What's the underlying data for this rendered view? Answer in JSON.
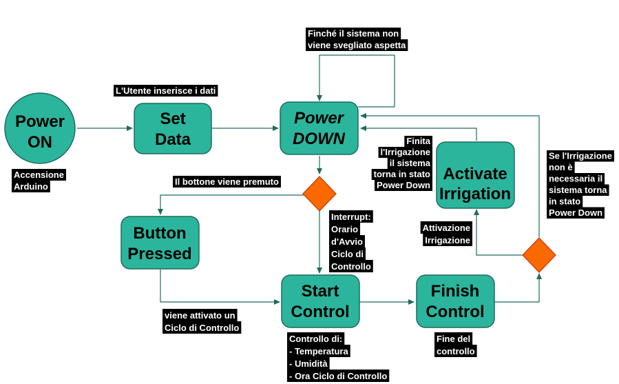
{
  "nodes": {
    "power_on": [
      "Power",
      "ON"
    ],
    "set_data": [
      "Set",
      "Data"
    ],
    "power_down": [
      "Power",
      "DOWN"
    ],
    "button_pressed": [
      "Button",
      "Pressed"
    ],
    "start_control": [
      "Start",
      "Control"
    ],
    "finish_control": [
      "Finish",
      "Control"
    ],
    "activate_irrigation": [
      "Activate",
      "Irrigation"
    ]
  },
  "labels": {
    "accensione": [
      "Accensione",
      "Arduino"
    ],
    "utente": [
      "L'Utente inserisce i dati"
    ],
    "finche": [
      "Finché il sistema non",
      "viene svegliato aspetta"
    ],
    "bottone": [
      "Il bottone viene premuto"
    ],
    "interrupt": [
      "Interrupt:",
      "Orario",
      "d'Avvio",
      "Ciclo di",
      "Controllo"
    ],
    "finita": [
      "Finita",
      "l'Irrigazione",
      "il sistema",
      "torna in stato",
      "Power Down"
    ],
    "se_irrigazione": [
      "Se l'Irrigazione",
      "non è",
      "necessaria il",
      "sistema torna",
      "in stato",
      "Power Down"
    ],
    "attivazione": [
      "Attivazione",
      "Irrigazione"
    ],
    "viene_attivato": [
      "viene attivato un",
      "Ciclo di Controllo"
    ],
    "controllo_di": [
      "Controllo di:",
      "- Temperatura",
      "- Umidità",
      "- Ora Ciclo di Controllo"
    ],
    "fine_controllo": [
      "Fine del",
      "controllo"
    ]
  },
  "colors": {
    "node_fill": "#2bb59d",
    "node_stroke": "#1f6b5e",
    "decision_fill": "#fa6800",
    "decision_stroke": "#c73500",
    "edge": "#1f6b5e"
  }
}
